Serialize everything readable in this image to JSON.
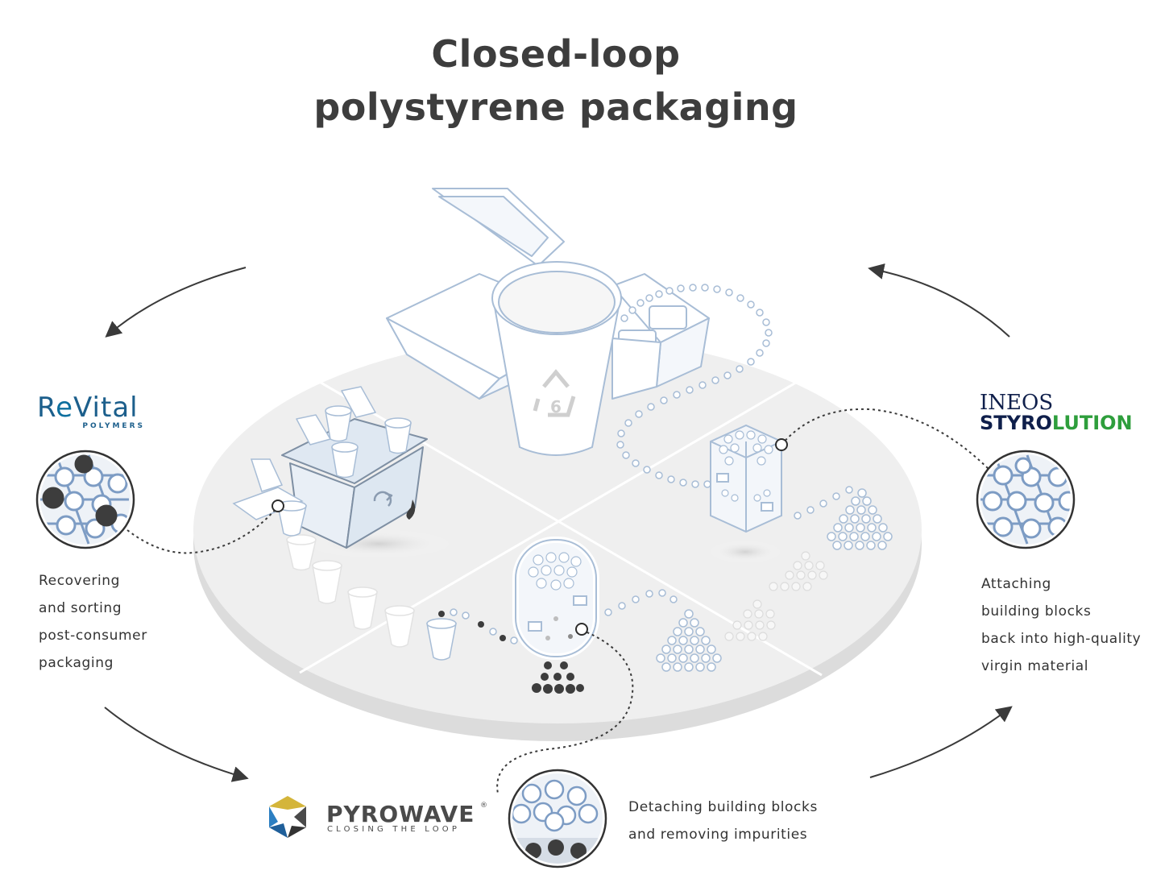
{
  "title": {
    "line1": "Closed-loop",
    "line2": "polystyrene packaging"
  },
  "logos": {
    "revital": {
      "name": "REVital",
      "sub": "POLYMERS",
      "color": "#1c5f8c"
    },
    "ineos": {
      "line1": "INEOS",
      "line2_part1": "STYRO",
      "line2_part2": "LUTION",
      "navy": "#0f1f4b",
      "green": "#2e9e3c"
    },
    "pyrowave": {
      "name": "PYROWAVE",
      "reg": "®",
      "tagline": "CLOSING THE LOOP",
      "color": "#4a4a4a"
    }
  },
  "steps": {
    "recover": [
      "Recovering",
      "and sorting",
      "post-consumer",
      "packaging"
    ],
    "detach": [
      "Detaching building blocks",
      "and removing impurities"
    ],
    "attach": [
      "Attaching",
      "building blocks",
      "back into high-quality",
      "virgin material"
    ]
  },
  "recycle_code": "6",
  "colors": {
    "outline": "#a8bdd6",
    "platform": "#efefef",
    "arrow": "#3a3a3a",
    "dark_bead": "#3d3d3d"
  }
}
